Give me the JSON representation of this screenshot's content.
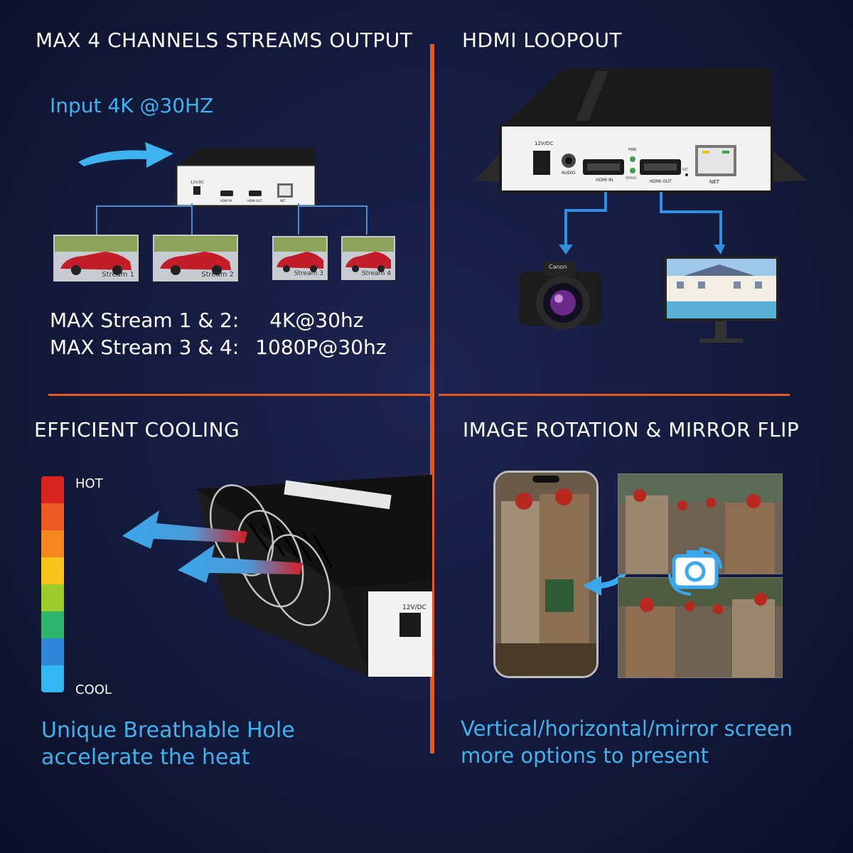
{
  "top_left": {
    "heading": "MAX 4 CHANNELS STREAMS OUTPUT",
    "input_label": "Input 4K @30HZ",
    "device_labels": {
      "power": "12V/DC",
      "hdmi_in": "HDMI IN",
      "hdmi_out": "HDMI OUT",
      "net": "NET"
    },
    "streams": [
      "Stream 1",
      "Stream 2",
      "Stream 3",
      "Stream 4"
    ],
    "spec_line_1_label": "MAX Stream 1 & 2:",
    "spec_line_1_value": "4K@30hz",
    "spec_line_2_label": "MAX Stream 3 & 4:",
    "spec_line_2_value": "1080P@30hz"
  },
  "top_right": {
    "heading": "HDMI LOOPOUT",
    "device_labels": {
      "power": "12V/DC",
      "audio": "AUDIO",
      "hdmi_in": "HDMI IN",
      "hdmi_out": "HDMI OUT",
      "pwr": "PWR",
      "status": "STATUS",
      "rst": "RST",
      "net": "NET"
    },
    "camera_brand": "Canon"
  },
  "bottom_left": {
    "heading": "EFFICIENT COOLING",
    "hot_label": "HOT",
    "cool_label": "COOL",
    "scale_colors": [
      "#d8231f",
      "#ee5a24",
      "#f5871f",
      "#f8c41a",
      "#9ccc2c",
      "#2fb46b",
      "#2f86d8",
      "#35b6f2"
    ],
    "device_power_label": "12V/DC",
    "caption_line_1": "Unique Breathable Hole",
    "caption_line_2": "accelerate the heat"
  },
  "bottom_right": {
    "heading": "IMAGE ROTATION & MIRROR FLIP",
    "caption_line_1": "Vertical/horizontal/mirror screen",
    "caption_line_2": "more options to present"
  },
  "colors": {
    "accent_orange": "#e25a1f",
    "caption_blue": "#3fb2f0",
    "arrow_blue": "#2f8fe0"
  }
}
